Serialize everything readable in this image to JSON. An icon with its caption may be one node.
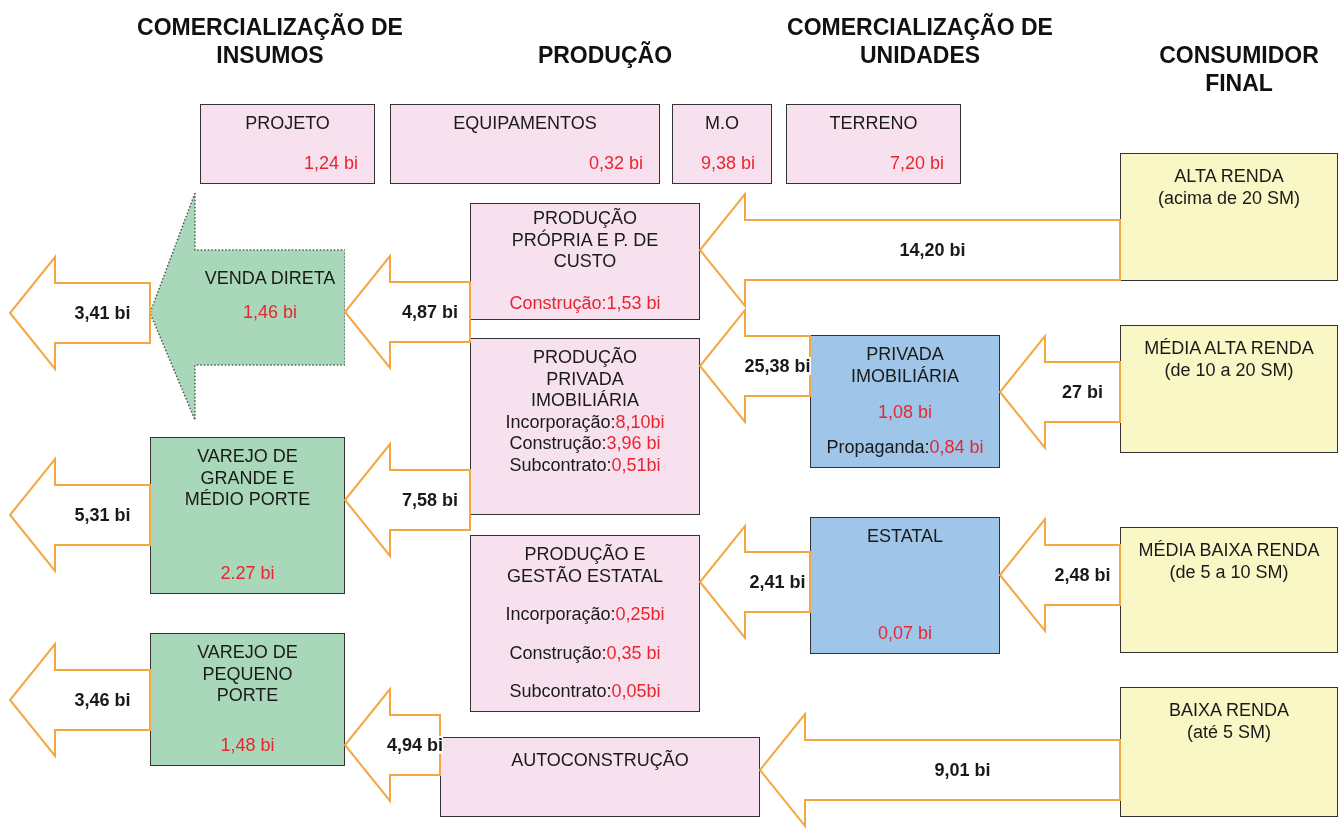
{
  "diagram": {
    "nodes": [
      {
        "text": [
          "PROJETO",
          "1,24 bi"
        ]
      },
      {
        "text": [
          "EQUIPAMENTOS",
          "0,32 bi"
        ]
      },
      {
        "text": [
          "M.O",
          "9,38 bi"
        ]
      },
      {
        "text": [
          "TERRENO",
          "7,20 bi"
        ]
      },
      {
        "text": [
          "VENDA DIRETA",
          "1,46 bi"
        ]
      },
      {
        "text": [
          "VAREJO DE GRANDE E MÉDIO PORTE",
          "2.27 bi"
        ]
      },
      {
        "text": [
          "VAREJO DE PEQUENO PORTE",
          "1,48 bi"
        ]
      },
      {
        "text": [
          "PRODUÇÃO PRÓPRIA E P. DE CUSTO",
          "Construção:1,53 bi"
        ]
      },
      {
        "text": [
          "PRODUÇÃO PRIVADA IMOBILIÁRIA",
          "Incorporação:",
          "8,10bi",
          "Construção:",
          "3,96 bi",
          "Subcontrato:",
          "0,51bi"
        ]
      },
      {
        "text": [
          "PRODUÇÃO E GESTÃO ESTATAL",
          "Incorporação:",
          "0,25bi",
          "Construção:",
          "0,35 bi",
          "Subcontrato:",
          "0,05bi"
        ]
      },
      {
        "text": [
          "AUTOCONSTRUÇÃO"
        ]
      },
      {
        "text": [
          "PRIVADA IMOBILIÁRIA",
          "1,08 bi",
          "Propaganda:",
          "0,84 bi"
        ]
      },
      {
        "text": [
          "ESTATAL",
          "0,07 bi"
        ]
      },
      {
        "text": [
          "ALTA RENDA",
          "(acima de 20 SM)"
        ]
      },
      {
        "text": [
          "MÉDIA ALTA RENDA",
          "(de 10 a 20 SM)"
        ]
      },
      {
        "text": [
          "MÉDIA BAIXA RENDA",
          "(de 5 a 10 SM)"
        ]
      },
      {
        "text": [
          "BAIXA RENDA",
          "(até 5 SM)"
        ]
      }
    ],
    "edges": [
      {
        "from": 13,
        "to": 7,
        "arrow": "to",
        "label": "14,20 bi"
      },
      {
        "from": 14,
        "to": 11,
        "arrow": "to",
        "label": "27 bi"
      },
      {
        "from": 11,
        "to": 8,
        "arrow": "to",
        "label": "25,38 bi"
      },
      {
        "from": 15,
        "to": 12,
        "arrow": "to",
        "label": "2,48 bi"
      },
      {
        "from": 12,
        "to": 9,
        "arrow": "to",
        "label": "2,41 bi"
      },
      {
        "from": 16,
        "to": 10,
        "arrow": "to",
        "label": "9,01 bi"
      },
      {
        "from": 7,
        "to": 4,
        "arrow": "to",
        "label": "4,87 bi"
      },
      {
        "from": 8,
        "to": 5,
        "arrow": "to",
        "label": "7,58 bi"
      },
      {
        "from": 10,
        "to": 6,
        "arrow": "to",
        "label": "4,94 bi"
      },
      {
        "from": 4,
        "to": null,
        "arrow": "to",
        "label": "3,41 bi"
      },
      {
        "from": 5,
        "to": null,
        "arrow": "to",
        "label": "5,31 bi"
      },
      {
        "from": 6,
        "to": null,
        "arrow": "to",
        "label": "3,46 bi"
      }
    ],
    "labels": [
      "COMERCIALIZAÇÃO DE INSUMOS",
      "PRODUÇÃO",
      "COMERCIALIZAÇÃO DE UNIDADES",
      "CONSUMIDOR FINAL"
    ]
  }
}
